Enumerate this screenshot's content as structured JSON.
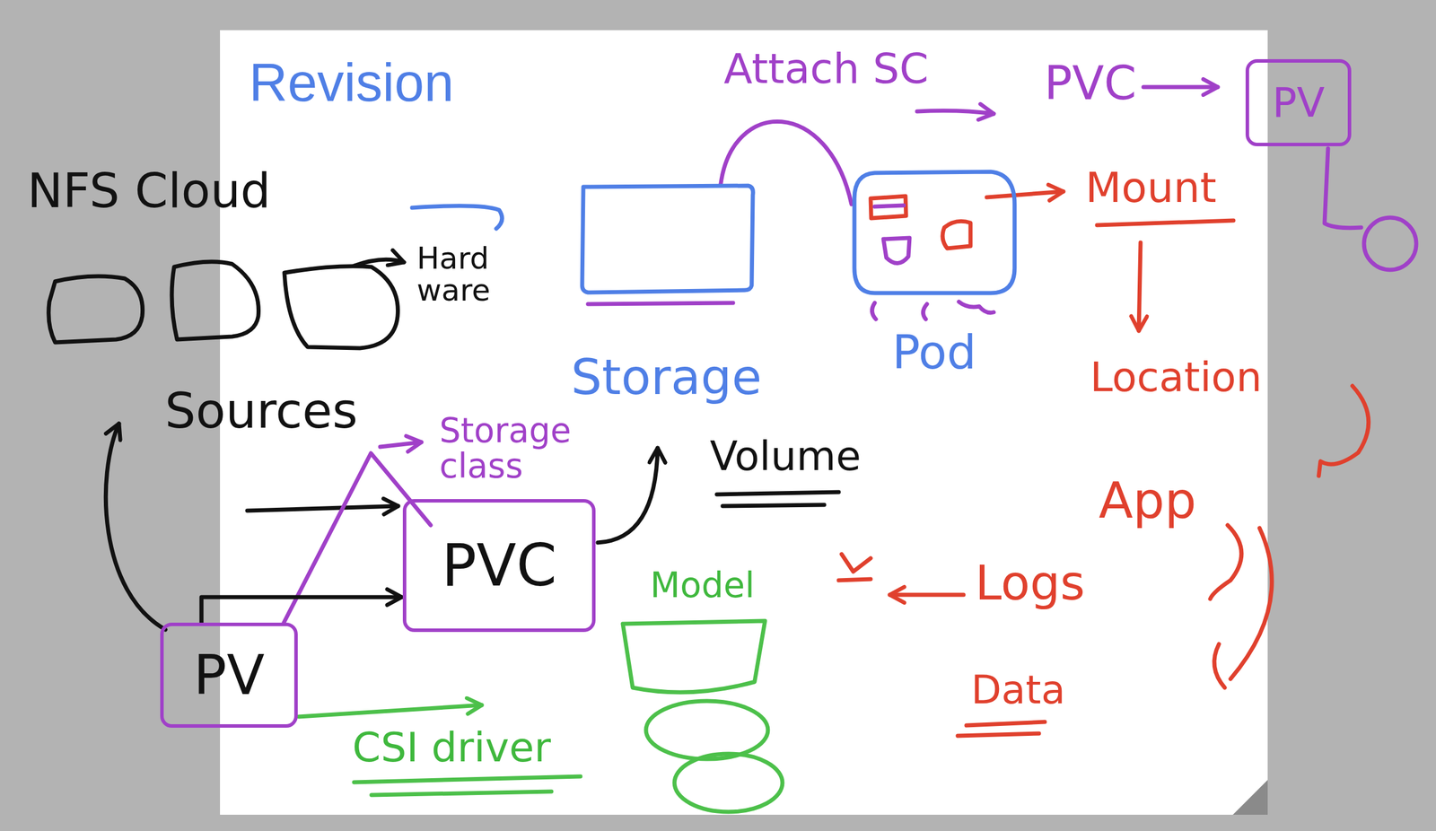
{
  "diagram": {
    "title": "Revision",
    "nodes": [
      {
        "text": [
          "Storage"
        ]
      },
      {
        "text": [
          "Pod"
        ]
      },
      {
        "text": [
          "PV"
        ]
      },
      {
        "text": [
          "PVC"
        ]
      },
      {
        "text": [
          "Model"
        ]
      },
      {
        "text": [
          "PV"
        ]
      }
    ],
    "edges": [
      {
        "from": 5,
        "to": 3,
        "arrow": "to"
      },
      {
        "from": 0,
        "to": 1,
        "arrow": "none"
      }
    ],
    "labels": [
      "NFS Cloud",
      "Hard ware",
      "Sources",
      "Storage class",
      "Volume",
      "Attach SC",
      "PVC",
      "Mount",
      "Location",
      "App",
      "Logs",
      "Data",
      "CSI driver"
    ]
  }
}
